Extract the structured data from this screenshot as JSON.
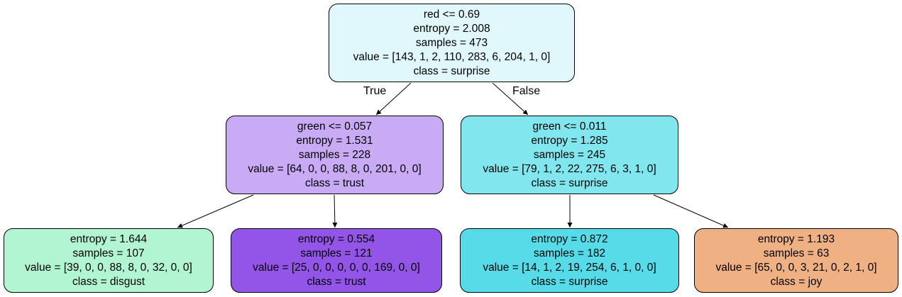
{
  "nodes": [
    {
      "id": "n0",
      "lines": [
        "red <= 0.69",
        "entropy = 2.008",
        "samples = 473",
        "value = [143, 1, 2, 110, 283, 6, 204, 1, 0]",
        "class = surprise"
      ],
      "fill": "#e0f7fb"
    },
    {
      "id": "n1",
      "lines": [
        "green <= 0.057",
        "entropy = 1.531",
        "samples = 228",
        "value = [64, 0, 0, 88, 8, 0, 201, 0, 0]",
        "class = trust"
      ],
      "fill": "#c8aaf5"
    },
    {
      "id": "n2",
      "lines": [
        "green <= 0.011",
        "entropy = 1.285",
        "samples = 245",
        "value = [79, 1, 2, 22, 275, 6, 3, 1, 0]",
        "class = surprise"
      ],
      "fill": "#82e6ef"
    },
    {
      "id": "n3",
      "lines": [
        "entropy = 1.644",
        "samples = 107",
        "value = [39, 0, 0, 88, 8, 0, 32, 0, 0]",
        "class = disgust"
      ],
      "fill": "#b2f5d2"
    },
    {
      "id": "n4",
      "lines": [
        "entropy = 0.554",
        "samples = 121",
        "value = [25, 0, 0, 0, 0, 0, 169, 0, 0]",
        "class = trust"
      ],
      "fill": "#9354e8"
    },
    {
      "id": "n5",
      "lines": [
        "entropy = 0.872",
        "samples = 182",
        "value = [14, 1, 2, 19, 254, 6, 1, 0, 0]",
        "class = surprise"
      ],
      "fill": "#56dce9"
    },
    {
      "id": "n6",
      "lines": [
        "entropy = 1.193",
        "samples = 63",
        "value = [65, 0, 0, 3, 21, 0, 2, 1, 0]",
        "class = joy"
      ],
      "fill": "#efb083"
    }
  ],
  "edges": [
    {
      "from": "n0",
      "to": "n1",
      "label": "True"
    },
    {
      "from": "n0",
      "to": "n2",
      "label": "False"
    },
    {
      "from": "n1",
      "to": "n3",
      "label": ""
    },
    {
      "from": "n1",
      "to": "n4",
      "label": ""
    },
    {
      "from": "n2",
      "to": "n5",
      "label": ""
    },
    {
      "from": "n2",
      "to": "n6",
      "label": ""
    }
  ],
  "edge_color": "#000000"
}
